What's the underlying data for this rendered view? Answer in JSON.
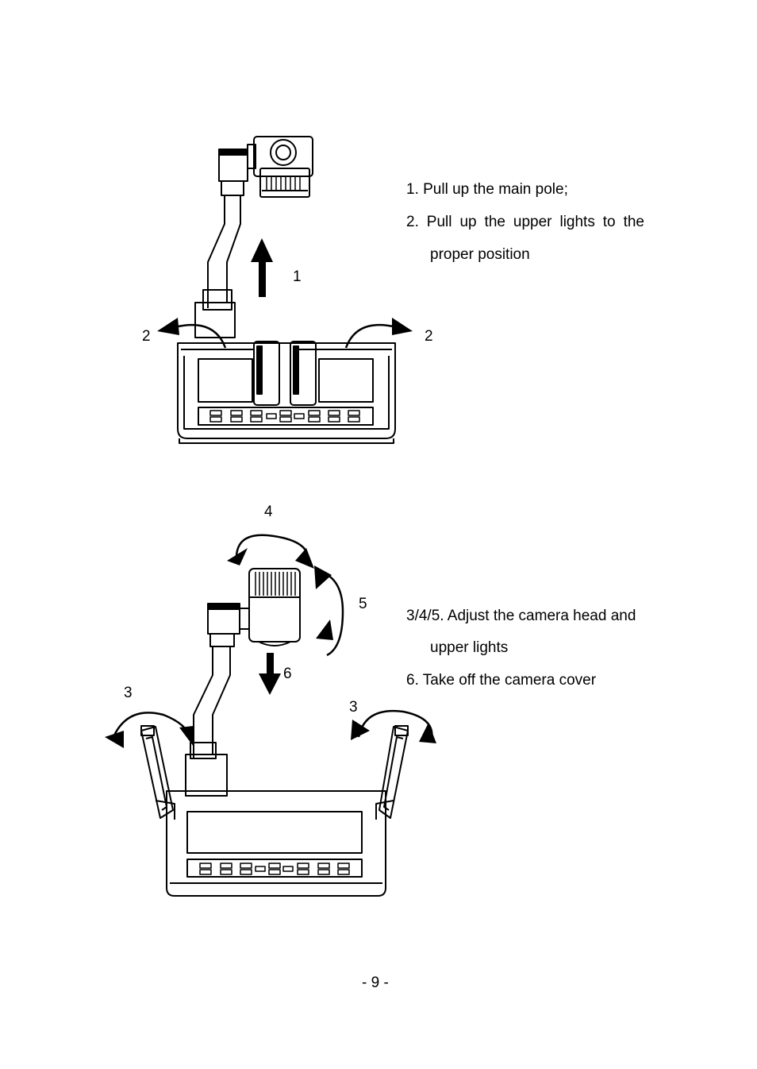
{
  "figure1": {
    "labels": {
      "n1": "1",
      "n2_left": "2",
      "n2_right": "2"
    },
    "instructions": [
      "1. Pull up the main pole;",
      "2. Pull up the upper lights to the",
      "proper position"
    ]
  },
  "figure2": {
    "labels": {
      "n3_left": "3",
      "n3_right": "3",
      "n4": "4",
      "n5": "5",
      "n6": "6"
    },
    "instructions": [
      "3/4/5. Adjust the camera head and",
      "upper lights",
      "6. Take off the camera cover"
    ]
  },
  "footer": {
    "page_number": "- 9 -"
  }
}
